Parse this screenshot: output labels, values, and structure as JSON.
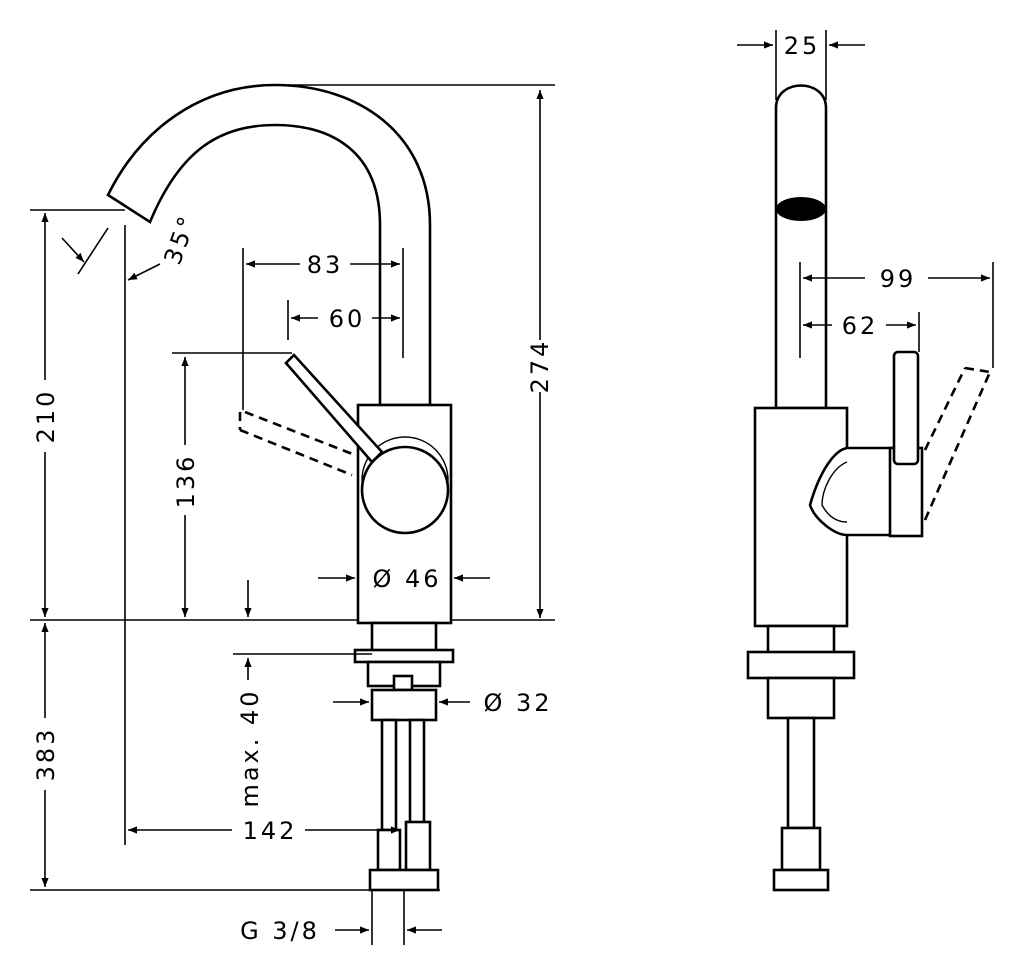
{
  "drawing": {
    "front_view": {
      "spout_height": "274",
      "height_above_deck": "210",
      "below_deck_length": "383",
      "spout_reach": "142",
      "lever_reach_open": "83",
      "lever_reach": "60",
      "lever_height": "136",
      "body_diameter": "Ø 46",
      "shank_diameter": "Ø 32",
      "max_deck_thickness": "max. 40",
      "spout_angle": "35°",
      "connection_thread": "G 3/8"
    },
    "side_view": {
      "spout_width": "25",
      "lever_reach_open": "99",
      "lever_reach": "62"
    }
  }
}
